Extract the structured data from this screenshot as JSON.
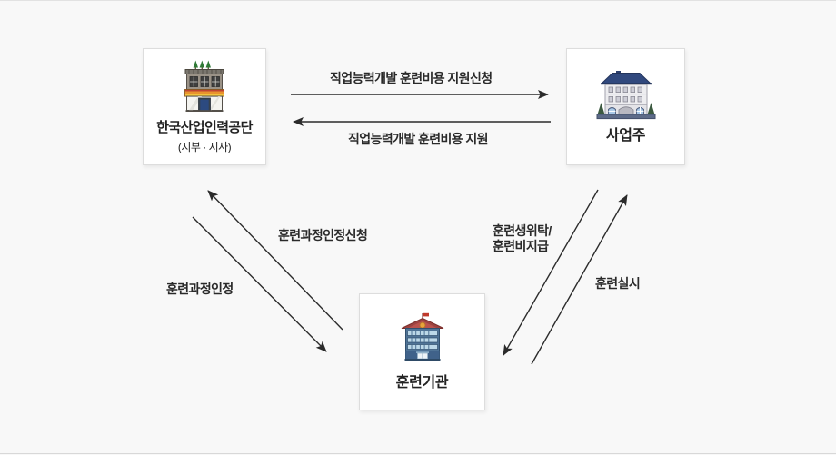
{
  "page": {
    "background": "#f8f8f8",
    "border_color": "#e2e2e2"
  },
  "diagram": {
    "colors": {
      "arrow": "#2b2b2b",
      "text": "#222222",
      "card_border": "#dddddd",
      "card_bg": "#ffffff"
    },
    "nodes": [
      {
        "id": "hrdk",
        "label": "한국산업인력공단",
        "sublabel": "(지부 · 지사)",
        "icon": "storefront-building-icon"
      },
      {
        "id": "employer",
        "label": "사업주",
        "icon": "company-building-icon"
      },
      {
        "id": "training",
        "label": "훈련기관",
        "icon": "school-building-icon"
      }
    ],
    "edges": [
      {
        "from": "hrdk",
        "to": "employer",
        "direction": "right",
        "label": "직업능력개발 훈련비용 지원신청"
      },
      {
        "from": "employer",
        "to": "hrdk",
        "direction": "left",
        "label": "직업능력개발 훈련비용 지원"
      },
      {
        "from": "training",
        "to": "hrdk",
        "direction": "up-left",
        "label": "훈련과정인정신청"
      },
      {
        "from": "hrdk",
        "to": "training",
        "direction": "down-right",
        "label": "훈련과정인정"
      },
      {
        "from": "employer",
        "to": "training",
        "direction": "down-left",
        "label": "훈련생위탁/훈련비지급",
        "label_line1": "훈련생위탁/",
        "label_line2": "훈련비지급"
      },
      {
        "from": "training",
        "to": "employer",
        "direction": "up-right",
        "label": "훈련실시"
      }
    ]
  }
}
